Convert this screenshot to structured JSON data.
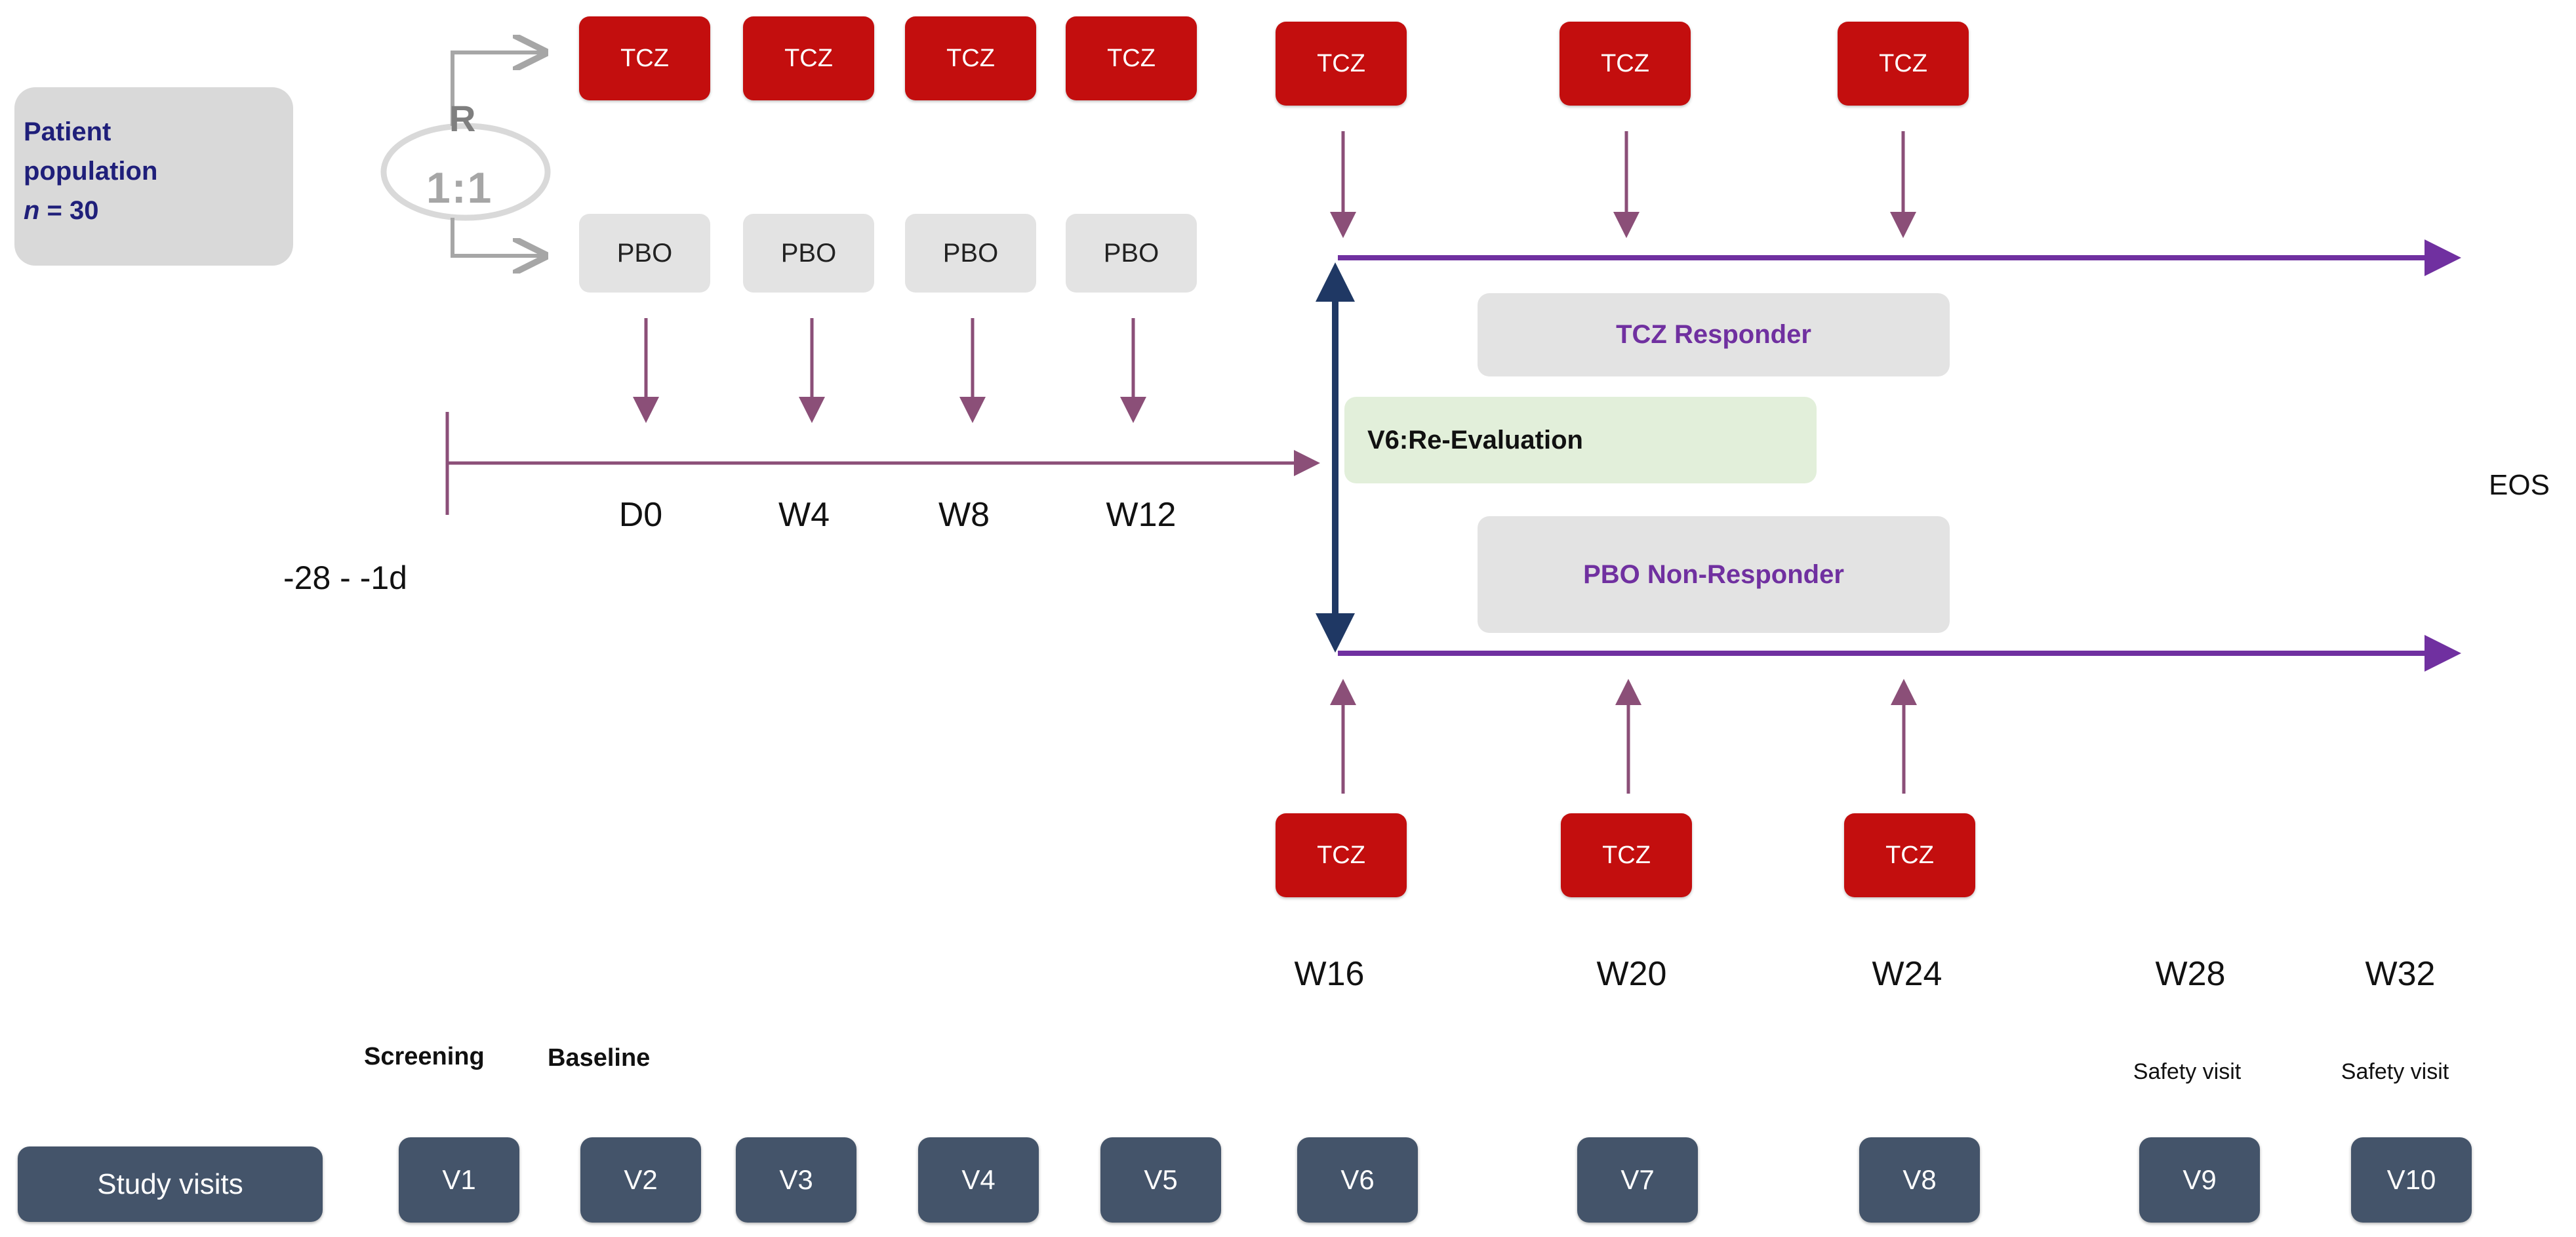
{
  "patient_population": {
    "line1": "Patient",
    "line2": "population",
    "n_label": "n",
    "n_value": " = 30"
  },
  "randomization": {
    "letter": "R",
    "ratio": "1:1"
  },
  "tcz_label": "TCZ",
  "pbo_label": "PBO",
  "timeline_labels": {
    "screening_window": "-28 - -1d",
    "d0": "D0",
    "w4": "W4",
    "w8": "W8",
    "w12": "W12",
    "w16": "W16",
    "w20": "W20",
    "w24": "W24",
    "w28": "W28",
    "w32": "W32",
    "eos": "EOS"
  },
  "reevaluation_label": "V6:Re-Evaluation",
  "tcz_responder_label": "TCZ Responder",
  "pbo_nonresponder_label": "PBO Non-Responder",
  "visit_annotations": {
    "screening": "Screening",
    "baseline": "Baseline",
    "safety_visit_w28": "Safety visit",
    "safety_visit_w32": "Safety visit"
  },
  "study_visits": {
    "title": "Study visits",
    "visits": [
      "V1",
      "V2",
      "V3",
      "V4",
      "V5",
      "V6",
      "V7",
      "V8",
      "V9",
      "V10"
    ]
  },
  "colors": {
    "tcz_red": "#c30e0e",
    "pbo_grey": "#e3e3e3",
    "arrow_mauve": "#8b4f78",
    "arm_purple": "#7030a0",
    "navy": "#1f3864",
    "visit_slate": "#44546a",
    "reeval_green": "#e2efda",
    "population_text": "#1f1f7a"
  }
}
